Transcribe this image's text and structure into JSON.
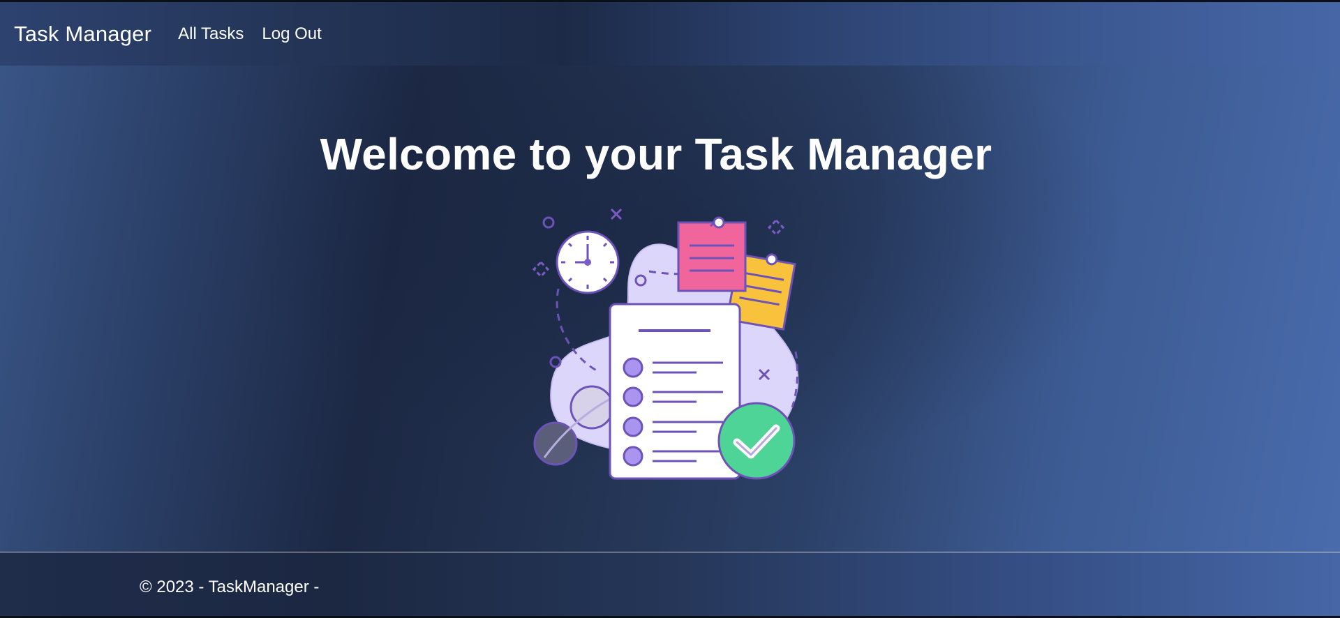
{
  "navbar": {
    "brand": "Task Manager",
    "links": [
      {
        "label": "All Tasks"
      },
      {
        "label": "Log Out"
      }
    ]
  },
  "main": {
    "headline": "Welcome to your Task Manager",
    "illustration_icon": "task-checklist-illustration"
  },
  "footer": {
    "text": "© 2023 - TaskManager -"
  },
  "colors": {
    "note_pink": "#f0669c",
    "note_yellow": "#f9c23c",
    "check_green": "#4fd497",
    "accent_purple": "#7b5cc4",
    "blob_lavender": "#ddd6fb"
  }
}
